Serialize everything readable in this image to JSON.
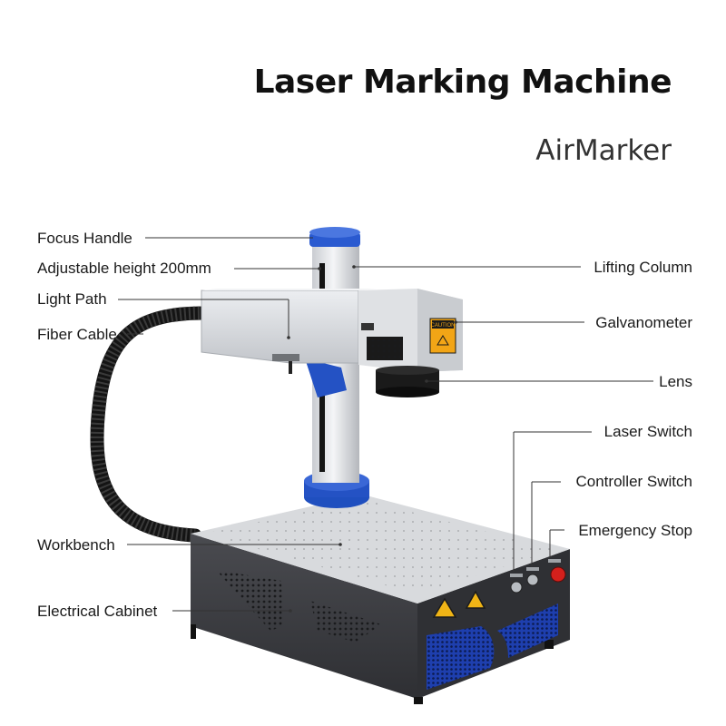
{
  "title": "Laser Marking Machine",
  "subtitle": "AirMarker",
  "caution_text": "CAUTION",
  "labels": {
    "focus_handle": "Focus Handle",
    "adjustable_height": "Adjustable height 200mm",
    "light_path": "Light Path",
    "fiber_cable": "Fiber Cable",
    "workbench": "Workbench",
    "electrical_cabinet": "Electrical Cabinet",
    "lifting_column": "Lifting Column",
    "galvanometer": "Galvanometer",
    "lens": "Lens",
    "laser_switch": "Laser Switch",
    "controller_switch": "Controller Switch",
    "emergency_stop": "Emergency Stop"
  },
  "colors": {
    "accent_blue": "#1f4fbf",
    "cabinet_gray": "#3d3e42",
    "bench_silver": "#d8dadd",
    "stop_red": "#d4201c"
  }
}
